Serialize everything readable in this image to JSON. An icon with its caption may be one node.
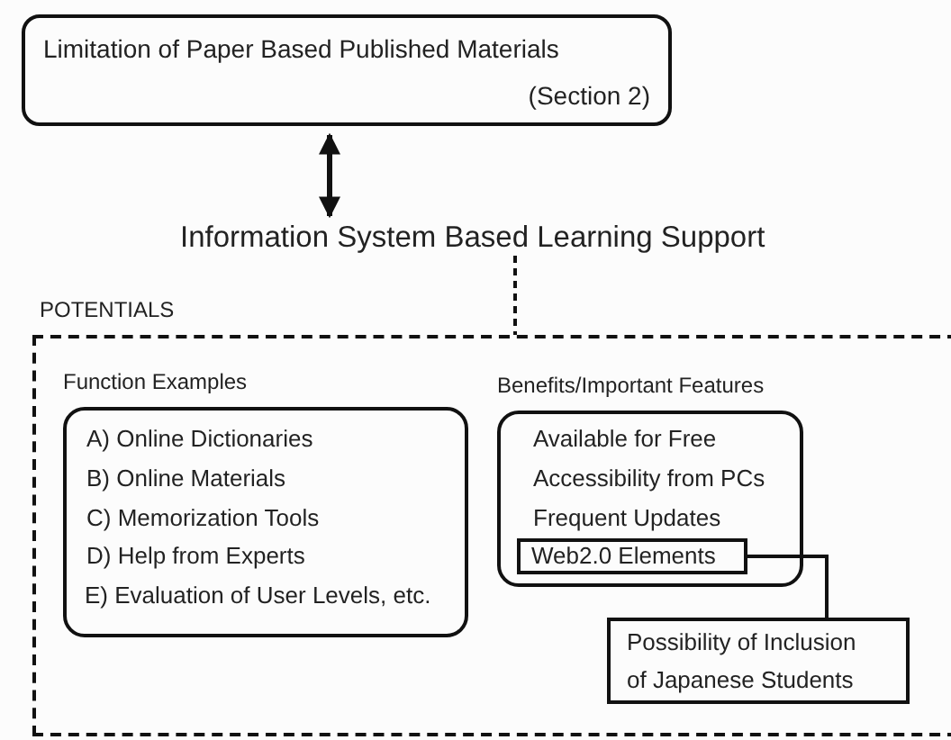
{
  "diagram": {
    "nodes": [
      {
        "text": [
          "Limitation of Paper Based Published Materials",
          "(Section 2)"
        ]
      },
      {
        "text": [
          "Information System Based Learning Support"
        ]
      },
      {
        "text": [
          "POTENTIALS"
        ]
      },
      {
        "text": [
          "Function Examples",
          "A) Online Dictionaries",
          "B) Online Materials",
          "C) Memorization Tools",
          "D) Help from Experts",
          "E) Evaluation of User Levels, etc."
        ],
        "in": 2
      },
      {
        "text": [
          "Benefits/Important Features",
          "Available for Free",
          "Accessibility from PCs",
          "Frequent Updates"
        ],
        "in": 2
      },
      {
        "text": [
          "Web2.0 Elements"
        ],
        "in": 4
      },
      {
        "text": [
          "Possibility of Inclusion of Japanese Students"
        ],
        "in": 2
      }
    ],
    "edges": [
      {
        "from": 0,
        "to": 1,
        "arrow": "both"
      },
      {
        "from": 1,
        "to": 2,
        "arrow": "none",
        "style": "dashed"
      },
      {
        "from": 5,
        "to": 6,
        "arrow": "none"
      }
    ]
  }
}
